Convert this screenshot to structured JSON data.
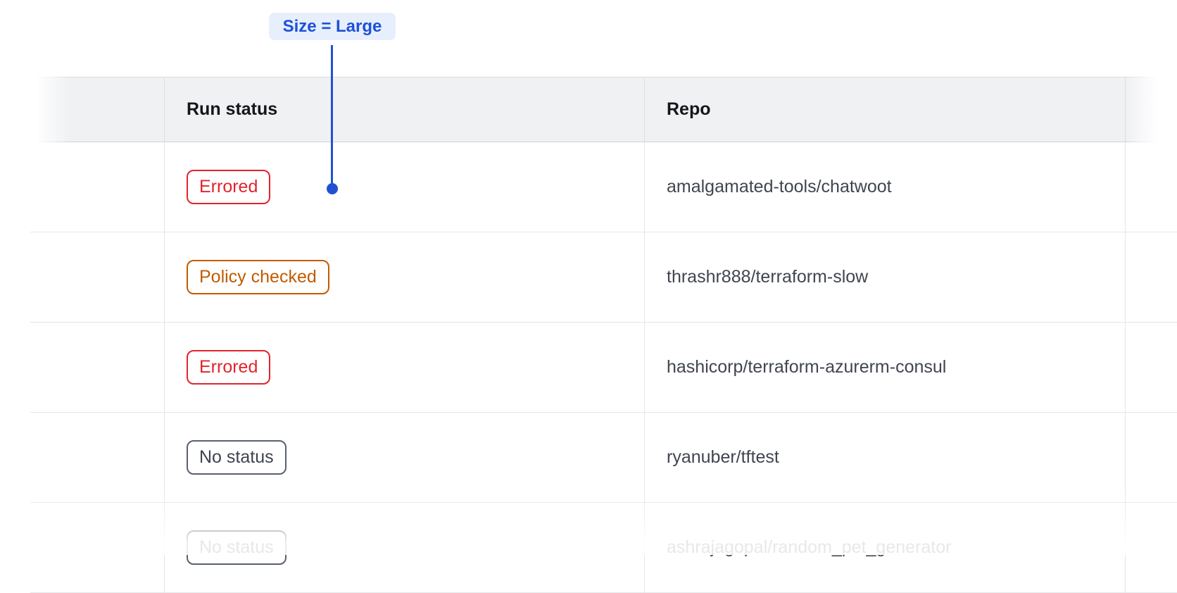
{
  "annotation": {
    "label": "Size = Large"
  },
  "table": {
    "headers": {
      "spacer": "",
      "run_status": "Run status",
      "repo": "Repo"
    },
    "rows": [
      {
        "status": "Errored",
        "variant": "errored",
        "repo": "amalgamated-tools/chatwoot"
      },
      {
        "status": "Policy checked",
        "variant": "policy",
        "repo": "thrashr888/terraform-slow"
      },
      {
        "status": "Errored",
        "variant": "errored",
        "repo": "hashicorp/terraform-azurerm-consul"
      },
      {
        "status": "No status",
        "variant": "neutral",
        "repo": "ryanuber/tftest"
      },
      {
        "status": "No status",
        "variant": "neutral",
        "repo": "ashrajagopal/random_pet_generator"
      }
    ]
  },
  "colors": {
    "errored": "#e1242c",
    "policy": "#c25b00",
    "neutral_text": "#3d434e",
    "neutral_border": "#596070",
    "annotation_text": "#1d51d8",
    "annotation_bg": "#e7eefc",
    "connector": "#2150d3",
    "header_bg": "#f0f1f3",
    "header_text": "#13161b",
    "repo_text": "#40454f"
  }
}
